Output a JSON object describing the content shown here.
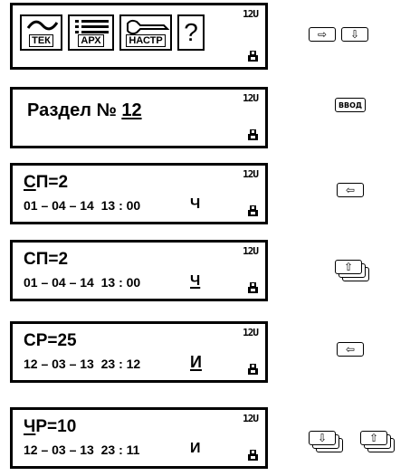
{
  "screens": [
    {
      "corner": "12U",
      "menu": [
        {
          "label": "ТЕК",
          "icon": "wave-icon"
        },
        {
          "label": "АРХ",
          "icon": "list-icon"
        },
        {
          "label": "НАСТР",
          "icon": "wrench-icon"
        },
        {
          "label": "?",
          "icon": "help-icon"
        }
      ],
      "keys": [
        "⇨",
        "⇩"
      ]
    },
    {
      "corner": "12U",
      "title_prefix": "Раздел № ",
      "title_value": "12",
      "keys": [
        "ВВОД"
      ]
    },
    {
      "corner": "12U",
      "line1_first": "С",
      "line1_rest": "П=2",
      "line2": "01 – 04 – 14  13 : 00",
      "mode": "Ч",
      "keys": [
        "⇦"
      ]
    },
    {
      "corner": "12U",
      "line1": "СП=2",
      "line2": "01 – 04 – 14  13 : 00",
      "mode": "Ч",
      "keys": [
        "⇧"
      ]
    },
    {
      "corner": "12U",
      "line1": "СР=25",
      "line2": "12 – 03 – 13  23 : 12",
      "mode": "И",
      "keys": [
        "⇦"
      ]
    },
    {
      "corner": "12U",
      "line1_first": "Ч",
      "line1_rest": "Р=10",
      "line2": "12 – 03 – 13  23 : 11",
      "mode": "И",
      "keys": [
        "⇩",
        "⇧"
      ]
    }
  ]
}
